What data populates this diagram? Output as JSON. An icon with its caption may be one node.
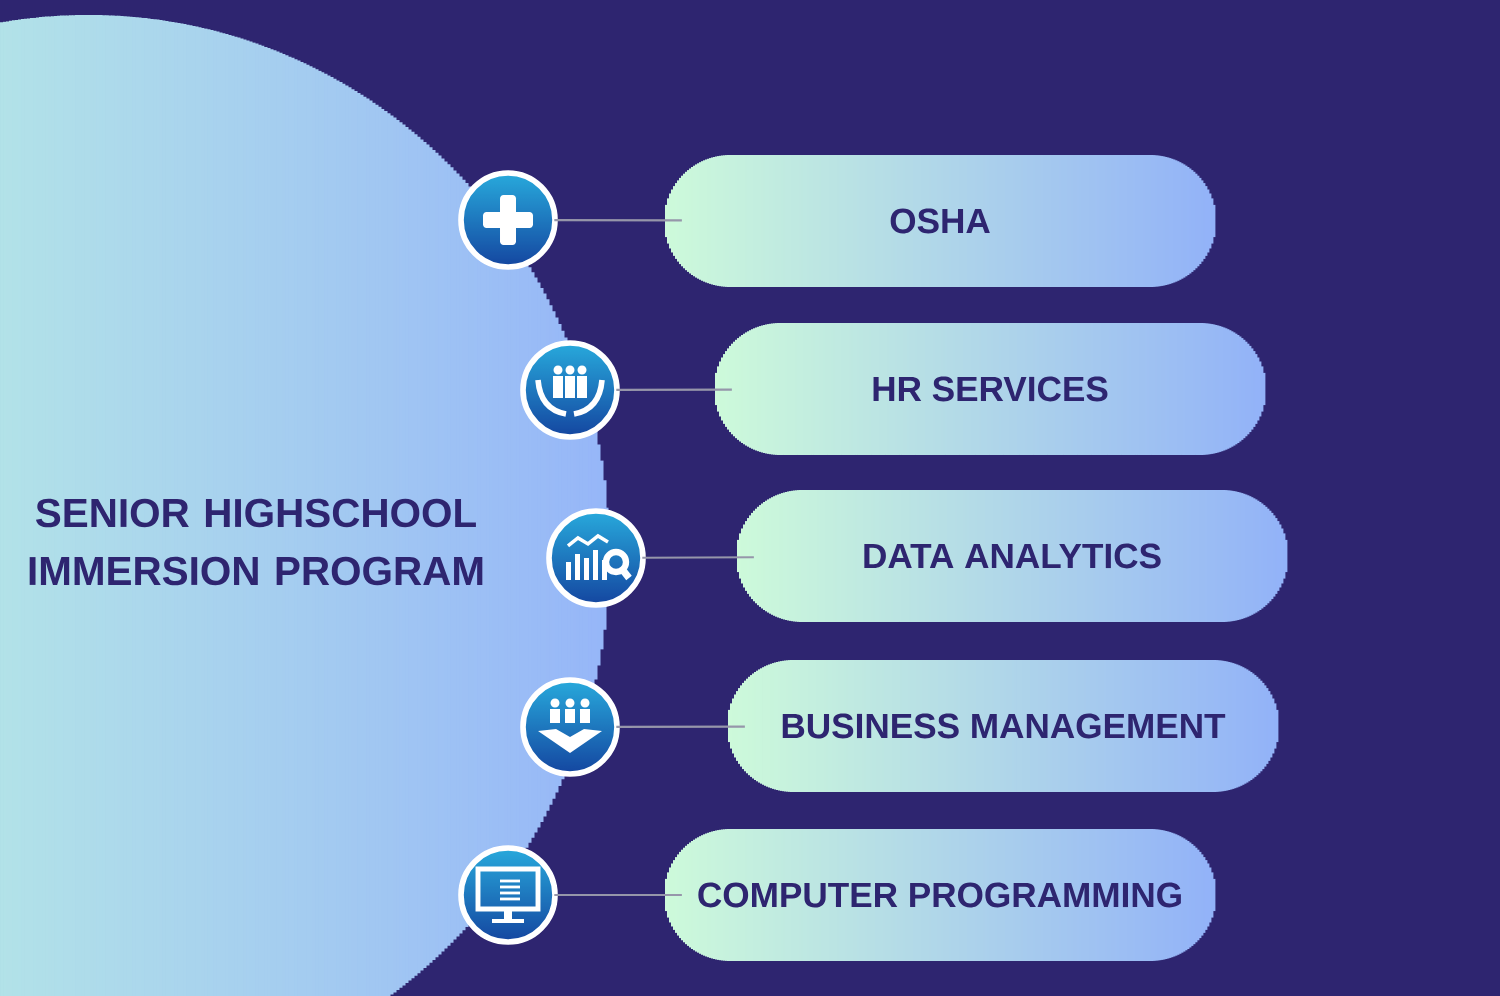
{
  "diagram": {
    "nodes": [
      {
        "text": [
          "SENIOR HIGHSCHOOL IMMERSION PROGRAM"
        ]
      },
      {
        "text": [],
        "shape": "picture"
      },
      {
        "text": [
          "OSHA"
        ]
      },
      {
        "text": [],
        "shape": "picture"
      },
      {
        "text": [
          "HR SERVICES"
        ]
      },
      {
        "text": [],
        "shape": "picture"
      },
      {
        "text": [
          "DATA ANALYTICS"
        ]
      },
      {
        "text": [],
        "shape": "picture"
      },
      {
        "text": [
          "BUSINESS MANAGEMENT"
        ]
      },
      {
        "text": [],
        "shape": "picture"
      },
      {
        "text": [
          "COMPUTER PROGRAMMING"
        ]
      }
    ],
    "edges": [
      {
        "from": 1,
        "to": 2,
        "arrow": "none"
      },
      {
        "from": 3,
        "to": 4,
        "arrow": "none"
      },
      {
        "from": 5,
        "to": 6,
        "arrow": "none"
      },
      {
        "from": 7,
        "to": 8,
        "arrow": "none"
      },
      {
        "from": 9,
        "to": 10,
        "arrow": "none"
      }
    ]
  }
}
